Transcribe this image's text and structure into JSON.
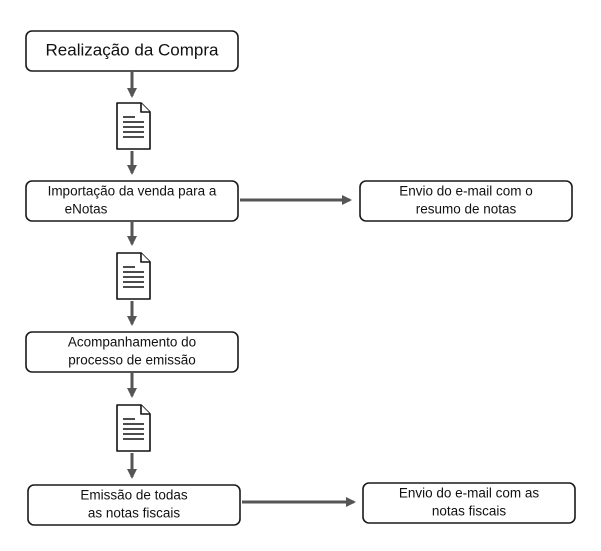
{
  "diagram": {
    "nodes": {
      "purchase": {
        "lines": [
          "Realização da Compra"
        ]
      },
      "import": {
        "lines": [
          "Importação da venda para a",
          "eNotas"
        ]
      },
      "email_summary": {
        "lines": [
          "Envio do e-mail com o",
          "resumo de notas"
        ]
      },
      "tracking": {
        "lines": [
          "Acompanhamento do",
          "processo de emissão"
        ]
      },
      "issuance": {
        "lines": [
          "Emissão de todas",
          "as notas fiscais"
        ]
      },
      "email_invoices": {
        "lines": [
          "Envio do e-mail com as",
          "notas fiscais"
        ]
      }
    },
    "icons": [
      "document-icon",
      "document-icon",
      "document-icon"
    ],
    "colors": {
      "box_border": "#1a1a1a",
      "connector": "#555555",
      "text": "#111111",
      "background": "#ffffff"
    }
  }
}
